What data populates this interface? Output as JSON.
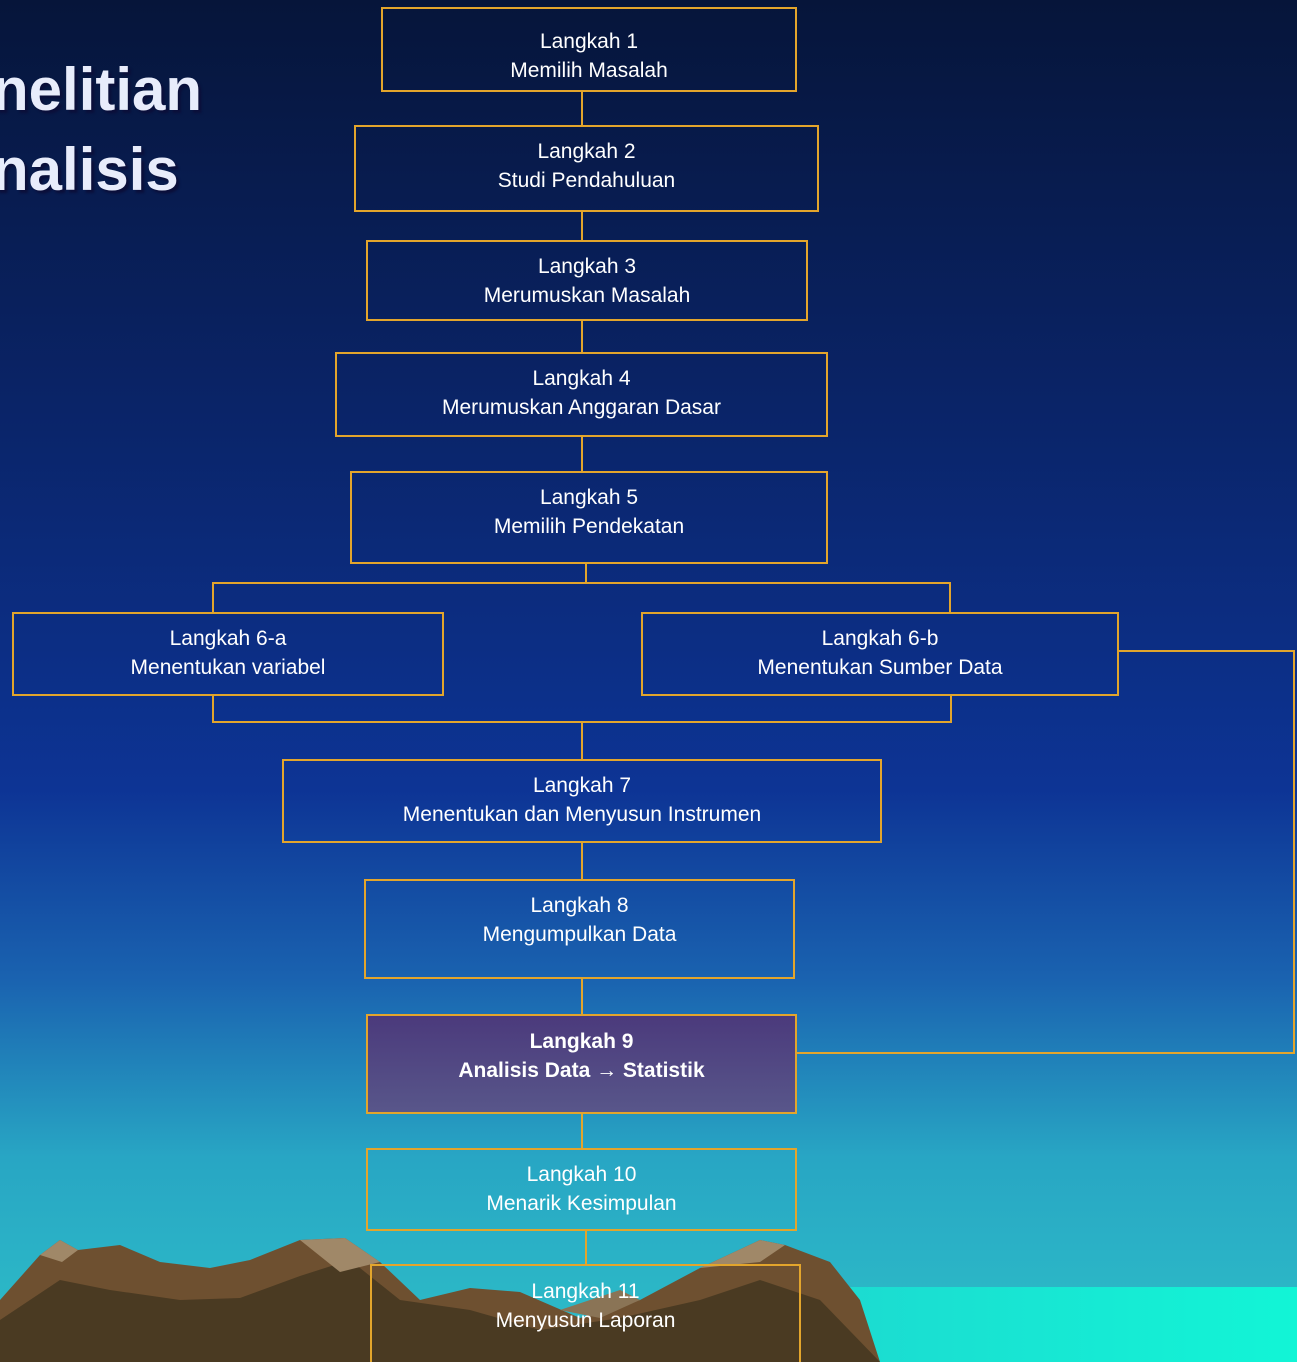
{
  "title_fragment": {
    "line1": "nelitian",
    "line2": "nalisis"
  },
  "steps": [
    {
      "step": "Langkah 1",
      "label": "Memilih Masalah"
    },
    {
      "step": "Langkah 2",
      "label": "Studi Pendahuluan"
    },
    {
      "step": "Langkah 3",
      "label": "Merumuskan Masalah"
    },
    {
      "step": "Langkah 4",
      "label": "Merumuskan Anggaran Dasar"
    },
    {
      "step": "Langkah 5",
      "label": "Memilih Pendekatan"
    },
    {
      "step": "Langkah 6-a",
      "label": "Menentukan variabel"
    },
    {
      "step": "Langkah 6-b",
      "label": "Menentukan Sumber Data"
    },
    {
      "step": "Langkah 7",
      "label": "Menentukan dan Menyusun Instrumen"
    },
    {
      "step": "Langkah 8",
      "label": "Mengumpulkan Data"
    },
    {
      "step": "Langkah 9",
      "label": "Analisis Data → Statistik"
    },
    {
      "step": "Langkah 10",
      "label": "Menarik Kesimpulan"
    },
    {
      "step": "Langkah 11",
      "label": "Menyusun Laporan"
    }
  ],
  "colors": {
    "box_border": "#e3a52c",
    "highlight_fill": "#4b3a7c",
    "text": "#ffffff"
  }
}
